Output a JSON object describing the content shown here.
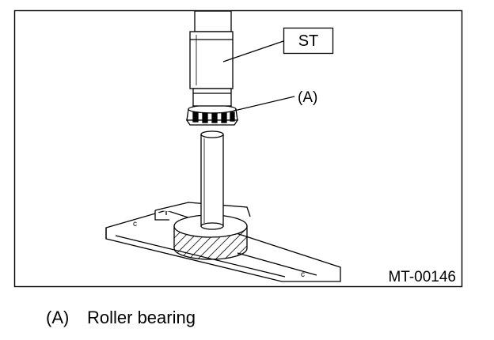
{
  "figure": {
    "tool_label": "ST",
    "part_callout": "(A)",
    "figure_code": "MT-00146"
  },
  "legend": {
    "key": "(A)",
    "text": "Roller bearing"
  },
  "colors": {
    "ink": "#000000",
    "paper": "#ffffff"
  }
}
